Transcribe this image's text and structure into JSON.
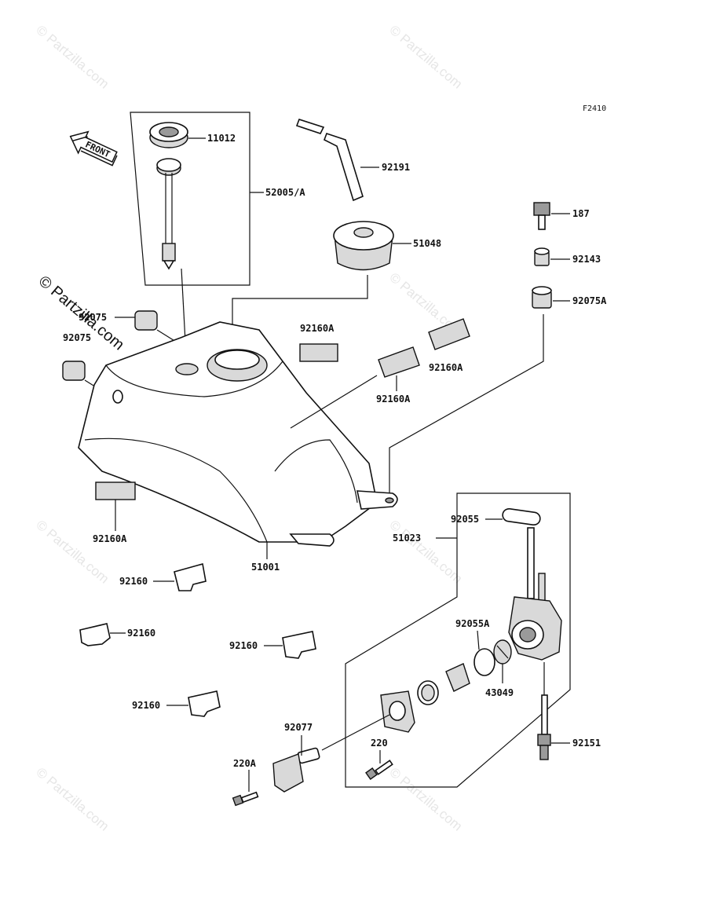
{
  "figure_code": "F2410",
  "front_label": "FRONT",
  "watermark": "© Partzilla.com",
  "labels": {
    "p11012": "11012",
    "p52005A": "52005/A",
    "p92191": "92191",
    "p51048": "51048",
    "p187": "187",
    "p92143": "92143",
    "p92075A": "92075A",
    "p92075": "92075",
    "p92075b": "92075",
    "p92160A_1": "92160A",
    "p92160A_2": "92160A",
    "p92160A_3": "92160A",
    "p92160A_4": "92160A",
    "p51001": "51001",
    "p51023": "51023",
    "p92055": "92055",
    "p92160_1": "92160",
    "p92160_2": "92160",
    "p92160_3": "92160",
    "p92160_4": "92160",
    "p92055A": "92055A",
    "p43049": "43049",
    "p92077": "92077",
    "p220": "220",
    "p220A": "220A",
    "p92151": "92151"
  }
}
